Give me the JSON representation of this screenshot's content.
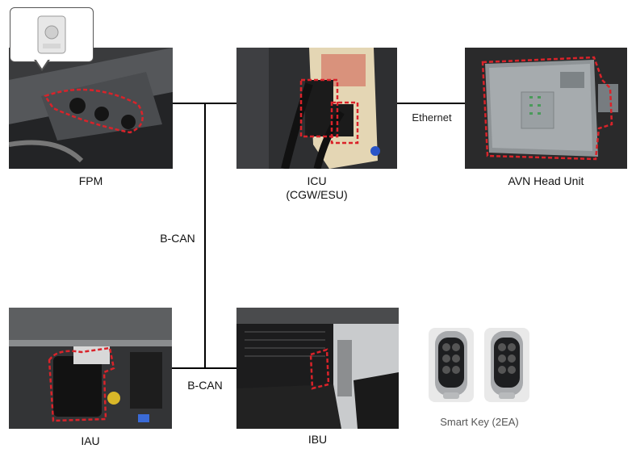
{
  "components": {
    "fpm": {
      "label": "FPM"
    },
    "icu": {
      "label_line1": "ICU",
      "label_line2": "(CGW/ESU)"
    },
    "avn": {
      "label": "AVN Head Unit"
    },
    "iau": {
      "label": "IAU"
    },
    "ibu": {
      "label": "IBU"
    },
    "smart_key": {
      "label": "Smart Key (2EA)"
    }
  },
  "connections": {
    "ethernet": "Ethernet",
    "bcan_vertical": "B-CAN",
    "bcan_bottom": "B-CAN"
  },
  "colors": {
    "highlight": "#d9232a",
    "line": "#000000"
  }
}
